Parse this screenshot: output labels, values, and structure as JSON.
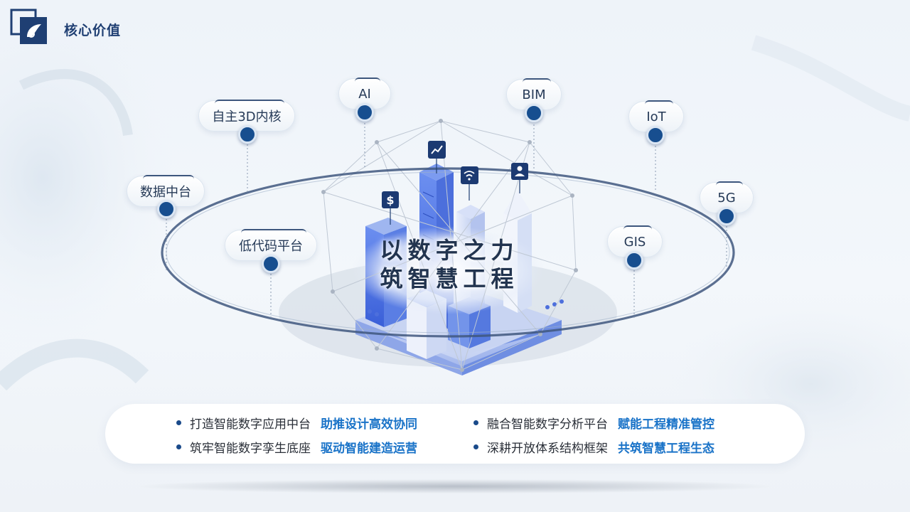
{
  "header": {
    "title": "核心价值"
  },
  "slogan": {
    "line1": "以数字之力",
    "line2": "筑智慧工程"
  },
  "tags": {
    "ai": "AI",
    "bim": "BIM",
    "iot": "IoT",
    "kernel3d": "自主3D内核",
    "data_platform": "数据中台",
    "lowcode": "低代码平台",
    "g5": "5G",
    "gis": "GIS"
  },
  "values": [
    {
      "text": "打造智能数字应用中台",
      "highlight": "助推设计高效协同"
    },
    {
      "text": "融合智能数字分析平台",
      "highlight": "赋能工程精准管控"
    },
    {
      "text": "筑牢智能数字孪生底座",
      "highlight": "驱动智能建造运营"
    },
    {
      "text": "深耕开放体系结构框架",
      "highlight": "共筑智慧工程生态"
    }
  ],
  "icons": {
    "logo": "company-logo",
    "chart": "trend-chart-icon",
    "wifi": "wifi-icon",
    "user": "user-icon",
    "dollar": "dollar-icon"
  },
  "colors": {
    "accent": "#1a73c8",
    "node": "#174e8f",
    "title": "#1f3f73",
    "ring": "#3f577e"
  }
}
